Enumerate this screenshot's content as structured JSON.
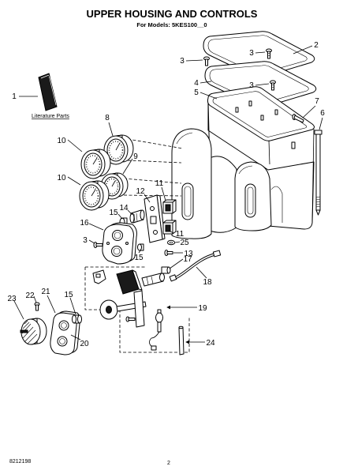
{
  "title": "UPPER HOUSING AND CONTROLS",
  "subtitle": "For Models: 5KES100__0",
  "literature_label": "Literature Parts",
  "callouts": [
    "1",
    "2",
    "3",
    "3",
    "3",
    "4",
    "5",
    "6",
    "7",
    "8",
    "9",
    "10",
    "10",
    "11",
    "11",
    "12",
    "13",
    "14",
    "15",
    "15",
    "15",
    "16",
    "17",
    "18",
    "19",
    "20",
    "21",
    "22",
    "23",
    "24",
    "25",
    "3"
  ],
  "doc_number": "8212198",
  "page_number": "2"
}
